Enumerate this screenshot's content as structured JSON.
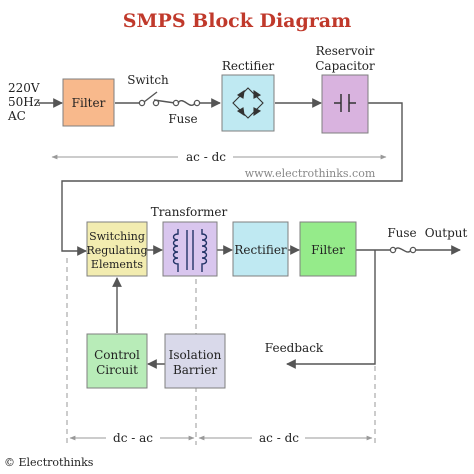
{
  "title": "SMPS Block Diagram",
  "watermark": "www.electrothinks.com",
  "copyright": "© Electrothinks",
  "input": {
    "line1": "220V",
    "line2": "50Hz",
    "line3": "AC"
  },
  "blocks": {
    "filter1": {
      "label": "Filter",
      "color": "#f8b98c"
    },
    "rectifier1": {
      "label": "Rectifier",
      "color": "#bfe9f2"
    },
    "reservoir": {
      "label_line1": "Reservoir",
      "label_line2": "Capacitor",
      "color": "#d9b3df"
    },
    "switching": {
      "label_line1": "Switching",
      "label_line2": "Regulating",
      "label_line3": "Elements",
      "color": "#f2ecb0"
    },
    "transformer": {
      "label": "Transformer",
      "color": "#d9c6ee"
    },
    "rectifier2": {
      "label": "Rectifier",
      "color": "#bfe9f2"
    },
    "filter2": {
      "label": "Filter",
      "color": "#95eb8a"
    },
    "control": {
      "label_line1": "Control",
      "label_line2": "Circuit",
      "color": "#b8ecb8"
    },
    "isolation": {
      "label_line1": "Isolation",
      "label_line2": "Barrier",
      "color": "#d9d9ea"
    }
  },
  "labels": {
    "switch": "Switch",
    "fuse1": "Fuse",
    "fuse2": "Fuse",
    "output": "Output",
    "feedback": "Feedback",
    "ac_dc_top": "ac - dc",
    "dc_ac_bottom": "dc - ac",
    "ac_dc_bottom": "ac - dc"
  },
  "colors": {
    "title": "#c0392b",
    "line": "#555555",
    "block_border": "#7f7f7f",
    "dim_line": "#999999"
  }
}
